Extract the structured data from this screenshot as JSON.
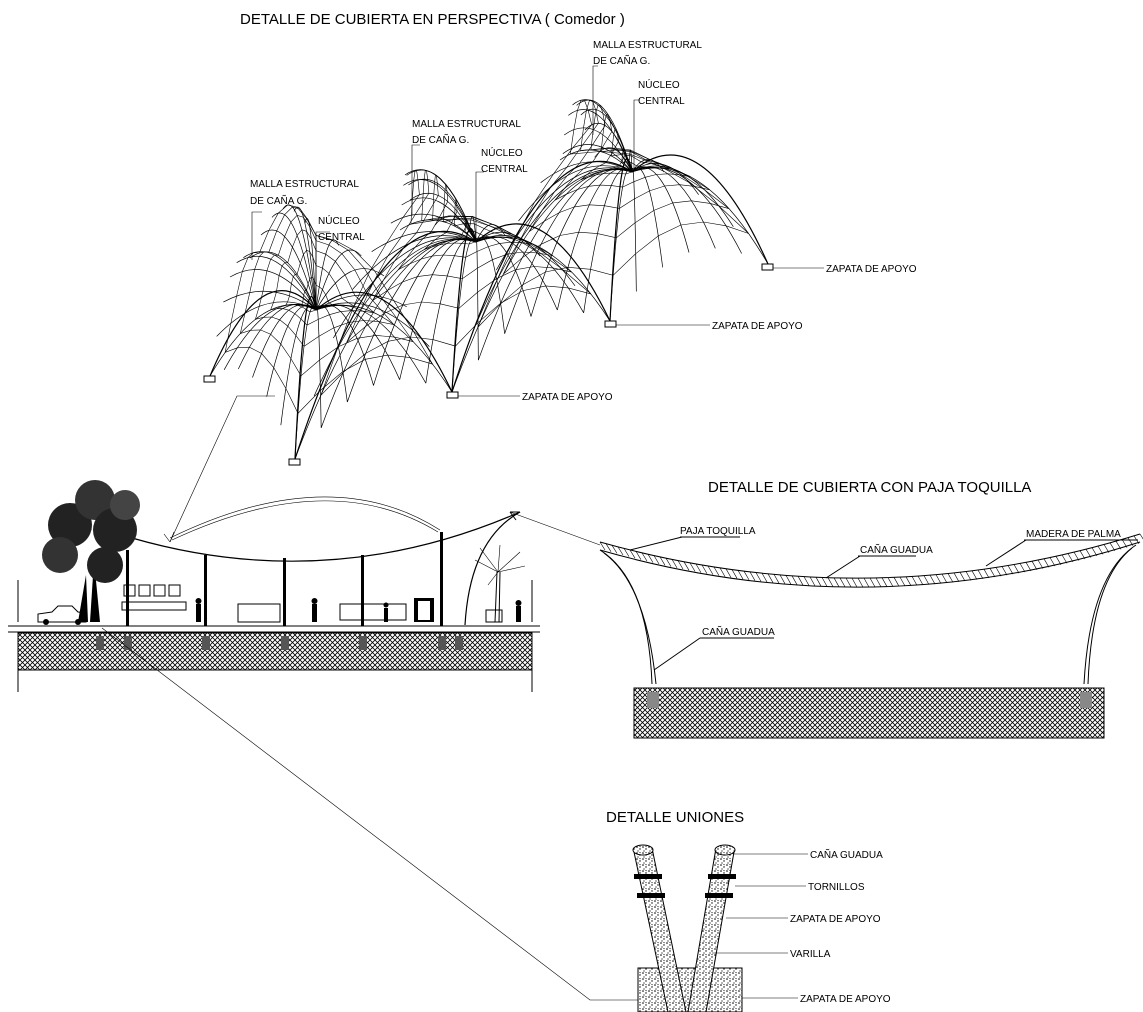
{
  "titles": {
    "perspective": "DETALLE DE CUBIERTA EN PERSPECTIVA ( Comedor )",
    "paja": "DETALLE DE CUBIERTA CON PAJA TOQUILLA",
    "uniones": "DETALLE UNIONES"
  },
  "perspective_labels": {
    "malla_line1": "MALLA ESTRUCTURAL",
    "malla_line2": "DE CAÑA G.",
    "nucleo_line1": "NÚCLEO",
    "nucleo_line2": "CENTRAL",
    "zapata": "ZAPATA DE APOYO"
  },
  "paja_labels": {
    "paja_toquilla": "PAJA TOQUILLA",
    "cana_guadua_top": "CAÑA GUADUA",
    "madera_palma": "MADERA DE PALMA",
    "cana_guadua_side": "CAÑA GUADUA"
  },
  "uniones_labels": {
    "cana_guadua": "CAÑA GUADUA",
    "tornillos": "TORNILLOS",
    "zapata_1": "ZAPATA DE APOYO",
    "varilla": "VARILLA",
    "zapata_2": "ZAPATA DE APOYO"
  },
  "colors": {
    "line": "#000000",
    "background": "#ffffff",
    "hatch": "#000000"
  }
}
